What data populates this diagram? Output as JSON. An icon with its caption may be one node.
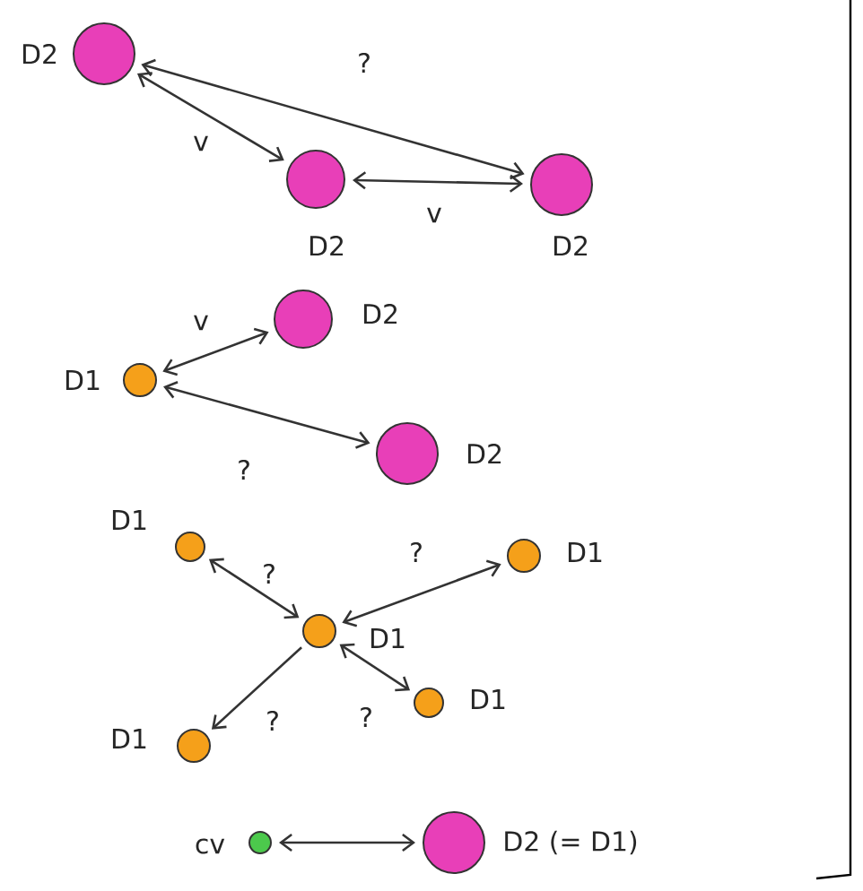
{
  "diagram": {
    "nodes": [
      {
        "text": [
          "D2"
        ]
      },
      {
        "text": [
          "D2"
        ]
      },
      {
        "text": [
          "D2"
        ]
      },
      {
        "text": [
          "D1"
        ]
      },
      {
        "text": [
          "D2"
        ]
      },
      {
        "text": [
          "D2"
        ]
      },
      {
        "text": [
          "D1"
        ]
      },
      {
        "text": [
          "D1"
        ]
      },
      {
        "text": [
          "D1"
        ]
      },
      {
        "text": [
          "D1"
        ]
      },
      {
        "text": [
          "D1"
        ]
      },
      {
        "text": [
          "cv"
        ]
      },
      {
        "text": [
          "D2 (= D1)"
        ]
      }
    ],
    "edges": [
      {
        "from": 0,
        "to": 1,
        "arrow": "both",
        "label": "v"
      },
      {
        "from": 0,
        "to": 2,
        "arrow": "both",
        "label": "?"
      },
      {
        "from": 1,
        "to": 2,
        "arrow": "both",
        "label": "v"
      },
      {
        "from": 3,
        "to": 4,
        "arrow": "both",
        "label": "v"
      },
      {
        "from": 3,
        "to": 5,
        "arrow": "both",
        "label": "?"
      },
      {
        "from": 8,
        "to": 6,
        "arrow": "both",
        "label": "?"
      },
      {
        "from": 8,
        "to": 7,
        "arrow": "both",
        "label": "?"
      },
      {
        "from": 8,
        "to": 10,
        "arrow": "to",
        "label": "?"
      },
      {
        "from": 8,
        "to": 9,
        "arrow": "both",
        "label": "?"
      },
      {
        "from": 11,
        "to": 12,
        "arrow": "both"
      }
    ]
  }
}
